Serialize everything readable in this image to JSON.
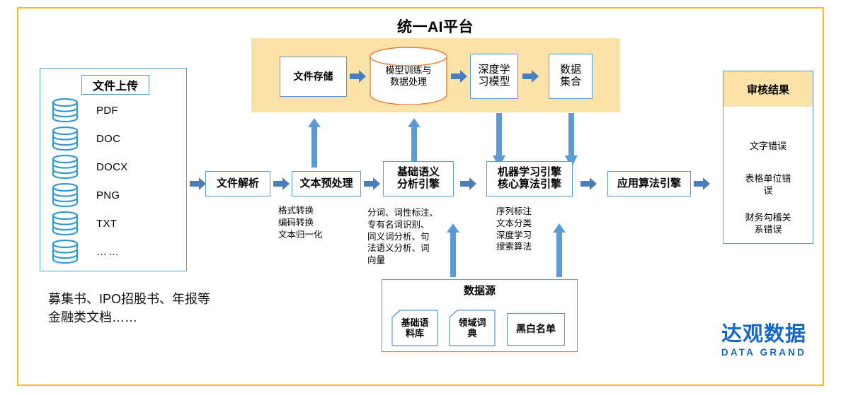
{
  "page": {
    "border_color": "#FBBE06",
    "accent_blue": "#5B9BD5",
    "band_yellow": "#FAE2A8",
    "logo_blue": "#1667C8"
  },
  "platform": {
    "title": "统一AI平台",
    "nodes": [
      {
        "label": "文件存储",
        "shape": "rect"
      },
      {
        "label_line1": "模型训练与",
        "label_line2": "数据处理",
        "shape": "cylinder"
      },
      {
        "label_line1": "深度学",
        "label_line2": "习模型",
        "shape": "rect"
      },
      {
        "label_line1": "数据",
        "label_line2": "集合",
        "shape": "rect"
      }
    ]
  },
  "upload": {
    "title": "文件上传",
    "files": [
      {
        "name": "PDF",
        "icon": "database-icon"
      },
      {
        "name": "DOC",
        "icon": "database-icon"
      },
      {
        "name": "DOCX",
        "icon": "database-icon"
      },
      {
        "name": "PNG",
        "icon": "database-icon"
      },
      {
        "name": "TXT",
        "icon": "database-icon"
      },
      {
        "name": "……",
        "icon": "database-icon"
      }
    ],
    "caption_line1": "募集书、IPO招股书、年报等",
    "caption_line2": "金融类文档……"
  },
  "pipeline": {
    "stage1": {
      "label": "文件解析"
    },
    "stage2": {
      "label": "文本预处理",
      "caption": "格式转换\n编码转换\n文本归一化"
    },
    "stage3": {
      "label_line1": "基础语义",
      "label_line2": "分析引擎",
      "caption": "分词、词性标注、\n专有名词识别、\n同义词分析、句\n法语义分析、词\n向量"
    },
    "stage4": {
      "label_line1": "机器学习引擎",
      "label_line2": "核心算法引擎",
      "caption": "序列标注\n文本分类\n深度学习\n搜索算法"
    },
    "stage5": {
      "label": "应用算法引擎"
    }
  },
  "datasource": {
    "title": "数据源",
    "items": [
      {
        "label_line1": "基础语",
        "label_line2": "料库",
        "shape": "folded-note"
      },
      {
        "label_line1": "领域词",
        "label_line2": "典",
        "shape": "folded-note"
      },
      {
        "label_line1": "黑白名单",
        "label_line2": "",
        "shape": "rect"
      }
    ]
  },
  "audit": {
    "title": "审核结果",
    "items": [
      "文字错误",
      "表格单位错\n误",
      "财务勾稽关\n系错误"
    ]
  },
  "logo": {
    "cn": "达观数据",
    "en": "DATA GRAND"
  }
}
